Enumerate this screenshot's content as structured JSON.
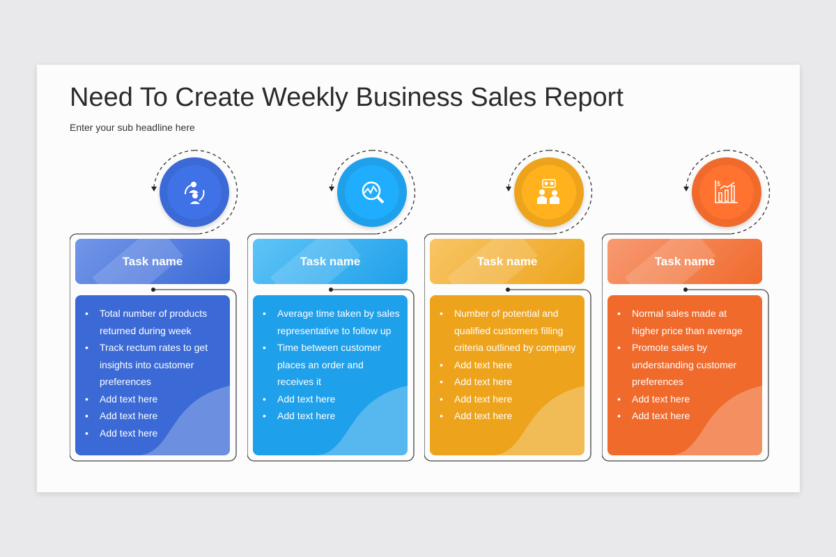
{
  "title": "Need To Create Weekly Business Sales Report",
  "subtitle": "Enter your sub headline here",
  "cards": [
    {
      "name": "Task name",
      "icon": "people-exchange-icon",
      "color": "#3b6ad6",
      "light": "#7396e8",
      "items": [
        "Total number of products returned during week",
        "Track rectum rates to get insights into customer preferences",
        "Add text here",
        "Add text here",
        "Add text here"
      ]
    },
    {
      "name": "Task name",
      "icon": "analytics-search-icon",
      "color": "#1fa0ea",
      "light": "#5fc4f7",
      "items": [
        "Average time taken by sales representative to follow up",
        "Time between customer places an order and receives it",
        "Add text here",
        "Add text here"
      ]
    },
    {
      "name": "Task name",
      "icon": "meeting-gears-icon",
      "color": "#eda41c",
      "light": "#f8c566",
      "items": [
        "Number of potential and qualified customers filling criteria outlined by company",
        "Add text here",
        "Add text here",
        "Add text here",
        "Add text here"
      ]
    },
    {
      "name": "Task name",
      "icon": "sales-growth-chart-icon",
      "color": "#f06a2c",
      "light": "#f79a72",
      "items": [
        "Normal sales made at higher price than average",
        "Promote sales by understanding customer preferences",
        "Add text here",
        "Add text here"
      ]
    }
  ]
}
